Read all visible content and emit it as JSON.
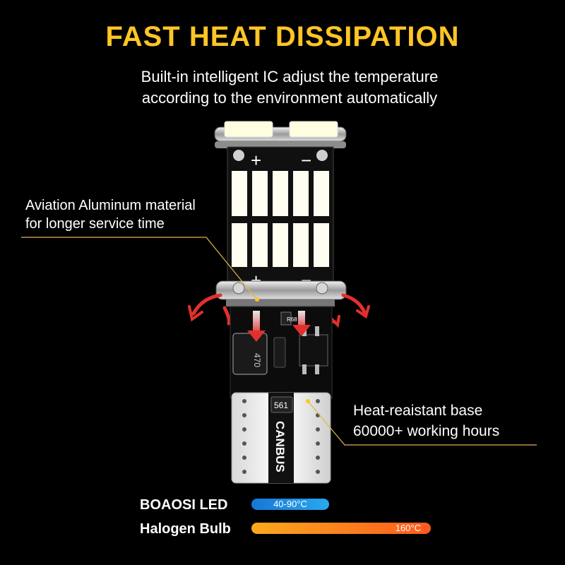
{
  "header": {
    "title": "FAST HEAT DISSIPATION",
    "subtitle_line1": "Built-in intelligent IC adjust the temperature",
    "subtitle_line2": "according to the environment automatically"
  },
  "callouts": {
    "aluminum_line1": "Aviation Aluminum material",
    "aluminum_line2": "for longer service time",
    "base_line1": "Heat-reaistant base",
    "base_line2": "60000+ working hours"
  },
  "board": {
    "plus_sign": "+",
    "minus_sign": "−",
    "resistor_label": "R68",
    "chip_label": "470",
    "component_label": "561",
    "brand_label": "CANBUS"
  },
  "comparison": {
    "led_label": "BOAOSI LED",
    "led_temp": "40-90°C",
    "halogen_label": "Halogen Bulb",
    "halogen_temp": "160°C"
  },
  "colors": {
    "title": "#ffc526",
    "callout_line": "#e0b64a",
    "led_bar": "#2aa8ef",
    "halogen_bar": "#ff5a1f",
    "heat_arrow": "#e2302c"
  }
}
